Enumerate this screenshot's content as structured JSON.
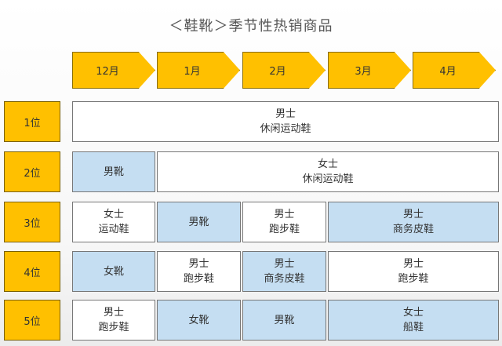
{
  "title": "＜鞋靴＞季节性热销商品",
  "months": [
    "12月",
    "1月",
    "2月",
    "3月",
    "4月"
  ],
  "ranks": [
    "1位",
    "2位",
    "3位",
    "4位",
    "5位"
  ],
  "cells": {
    "r1_all": [
      "男士",
      "休闲运动鞋"
    ],
    "r2_dec": [
      "男靴"
    ],
    "r2_janapr": [
      "女士",
      "休闲运动鞋"
    ],
    "r3_dec": [
      "女士",
      "运动鞋"
    ],
    "r3_jan": [
      "男靴"
    ],
    "r3_feb": [
      "男士",
      "跑步鞋"
    ],
    "r3_marapr": [
      "男士",
      "商务皮鞋"
    ],
    "r4_dec": [
      "女靴"
    ],
    "r4_jan": [
      "男士",
      "跑步鞋"
    ],
    "r4_feb": [
      "男士",
      "商务皮鞋"
    ],
    "r4_marapr": [
      "男士",
      "跑步鞋"
    ],
    "r5_dec": [
      "男士",
      "跑步鞋"
    ],
    "r5_jan": [
      "女靴"
    ],
    "r5_feb": [
      "男靴"
    ],
    "r5_marapr": [
      "女士",
      "船鞋"
    ]
  },
  "colors": {
    "accent_yellow": "#ffc000",
    "cell_blue": "#c5def2",
    "cell_white": "#ffffff"
  }
}
